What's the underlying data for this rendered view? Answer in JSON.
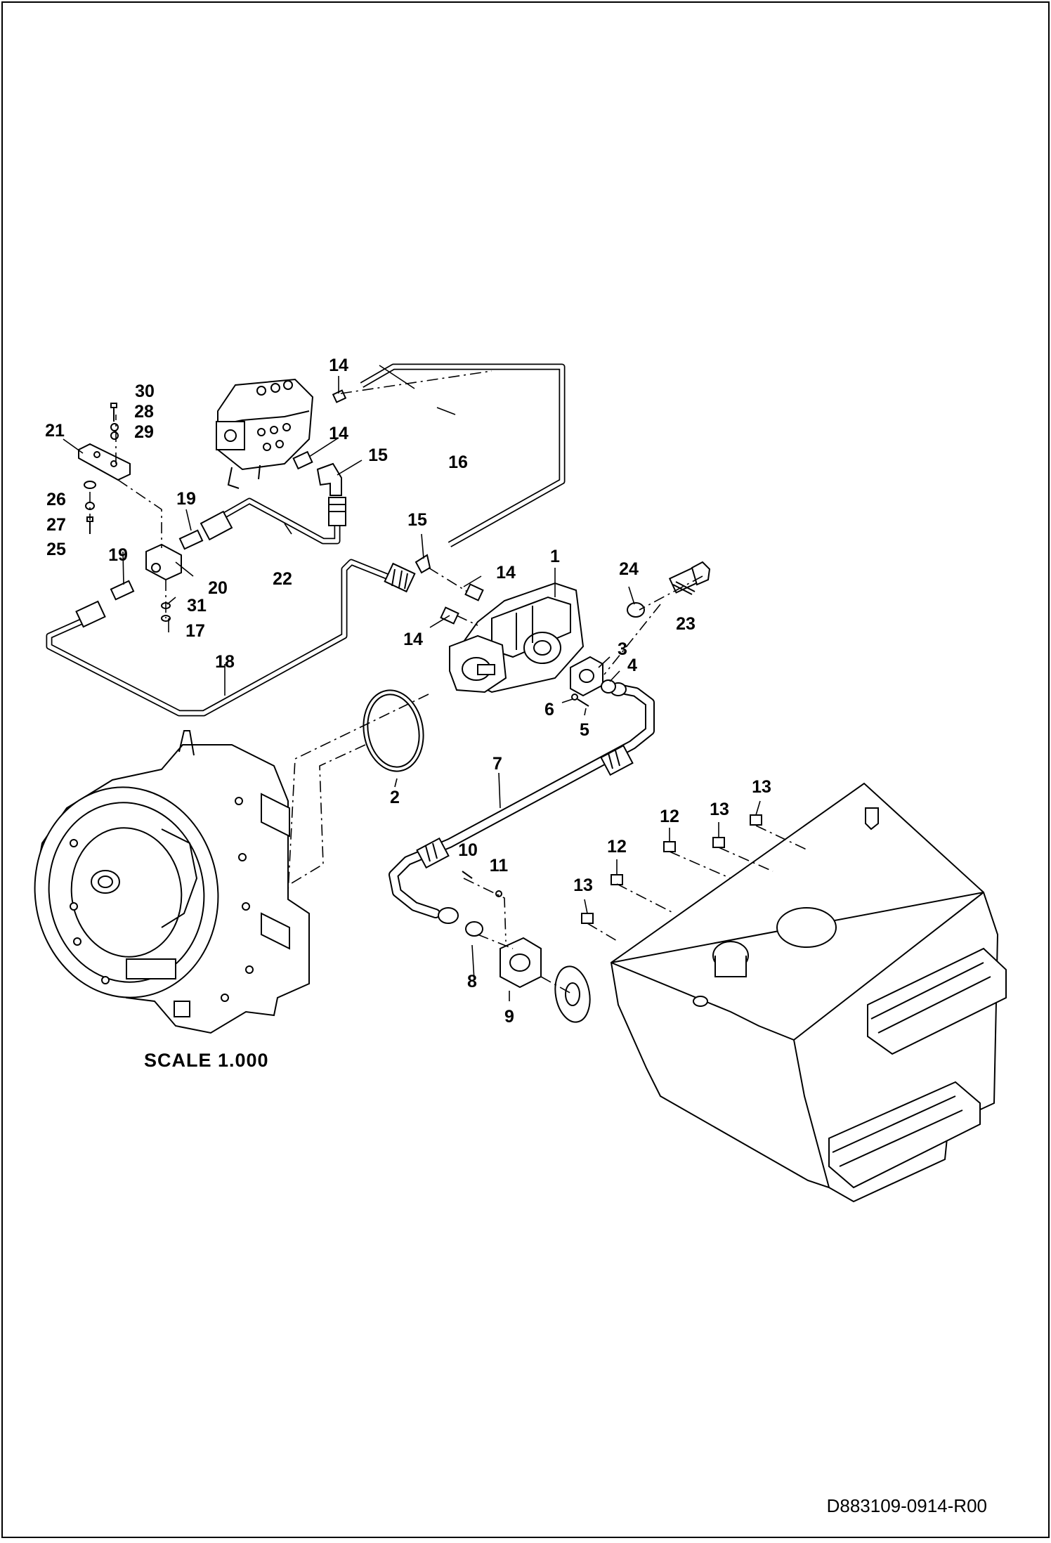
{
  "diagram": {
    "scale_label": "SCALE  1.000",
    "document_id": "D883109-0914-R00",
    "callouts": [
      {
        "id": "c1",
        "text": "1"
      },
      {
        "id": "c2",
        "text": "2"
      },
      {
        "id": "c3",
        "text": "3"
      },
      {
        "id": "c4",
        "text": "4"
      },
      {
        "id": "c5",
        "text": "5"
      },
      {
        "id": "c6",
        "text": "6"
      },
      {
        "id": "c7",
        "text": "7"
      },
      {
        "id": "c8",
        "text": "8"
      },
      {
        "id": "c9",
        "text": "9"
      },
      {
        "id": "c10",
        "text": "10"
      },
      {
        "id": "c11",
        "text": "11"
      },
      {
        "id": "c12a",
        "text": "12"
      },
      {
        "id": "c12b",
        "text": "12"
      },
      {
        "id": "c13a",
        "text": "13"
      },
      {
        "id": "c13b",
        "text": "13"
      },
      {
        "id": "c13c",
        "text": "13"
      },
      {
        "id": "c14a",
        "text": "14"
      },
      {
        "id": "c14b",
        "text": "14"
      },
      {
        "id": "c14c",
        "text": "14"
      },
      {
        "id": "c14d",
        "text": "14"
      },
      {
        "id": "c15a",
        "text": "15"
      },
      {
        "id": "c15b",
        "text": "15"
      },
      {
        "id": "c16",
        "text": "16"
      },
      {
        "id": "c17",
        "text": "17"
      },
      {
        "id": "c18",
        "text": "18"
      },
      {
        "id": "c19a",
        "text": "19"
      },
      {
        "id": "c19b",
        "text": "19"
      },
      {
        "id": "c20",
        "text": "20"
      },
      {
        "id": "c21",
        "text": "21"
      },
      {
        "id": "c22",
        "text": "22"
      },
      {
        "id": "c23",
        "text": "23"
      },
      {
        "id": "c24",
        "text": "24"
      },
      {
        "id": "c25",
        "text": "25"
      },
      {
        "id": "c26",
        "text": "26"
      },
      {
        "id": "c27",
        "text": "27"
      },
      {
        "id": "c28",
        "text": "28"
      },
      {
        "id": "c29",
        "text": "29"
      },
      {
        "id": "c30",
        "text": "30"
      },
      {
        "id": "c31",
        "text": "31"
      }
    ]
  }
}
